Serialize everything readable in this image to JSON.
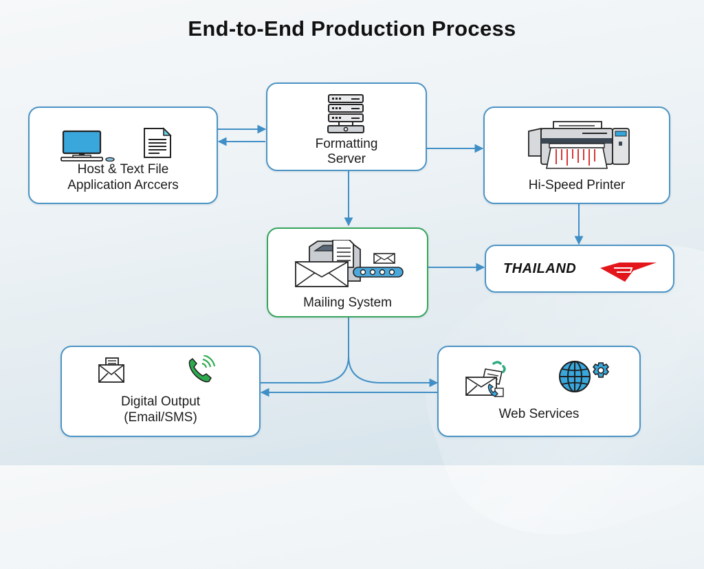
{
  "title": "End-to-End Production Process",
  "colors": {
    "node_border": "#4b93c4",
    "mailing_border": "#35a35a",
    "connector": "#3f8fc6",
    "thailand_red": "#e3161b"
  },
  "nodes": {
    "host": {
      "label_line1": "Host & Text File",
      "label_line2": "Application Arccers",
      "icons": [
        "desktop-computer-icon",
        "text-document-icon"
      ]
    },
    "formatting": {
      "label_line1": "Formatting",
      "label_line2": "Server",
      "icons": [
        "server-rack-icon"
      ]
    },
    "printer": {
      "label": "Hi-Speed Printer",
      "icons": [
        "printer-icon"
      ]
    },
    "mailing": {
      "label": "Mailing System",
      "icons": [
        "mail-inserter-conveyor-icon"
      ]
    },
    "thailand": {
      "logo_text": "THAILAND",
      "icons": [
        "thailand-post-logo-icon"
      ]
    },
    "digital": {
      "label_line1": "Digital Output",
      "label_line2": "(Email/SMS)",
      "icons": [
        "envelope-icon",
        "phone-icon"
      ]
    },
    "web": {
      "label": "Web Services",
      "icons": [
        "mail-phone-icon",
        "globe-gear-icon"
      ]
    }
  },
  "edges": [
    {
      "from": "host",
      "to": "formatting"
    },
    {
      "from": "formatting",
      "to": "host"
    },
    {
      "from": "formatting",
      "to": "printer"
    },
    {
      "from": "formatting",
      "to": "mailing"
    },
    {
      "from": "printer",
      "to": "thailand"
    },
    {
      "from": "mailing",
      "to": "thailand"
    },
    {
      "from": "mailing",
      "to": "digital"
    },
    {
      "from": "mailing",
      "to": "web"
    },
    {
      "from": "web",
      "to": "digital"
    }
  ]
}
